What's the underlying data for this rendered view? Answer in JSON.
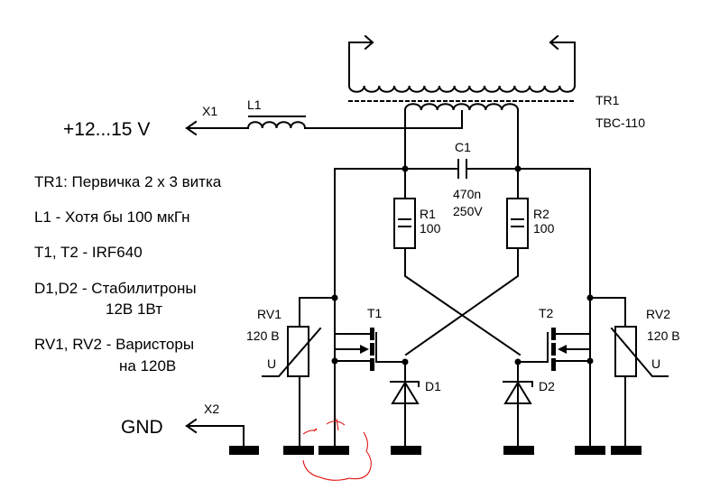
{
  "schematic": {
    "power": {
      "label": "+12...15 V",
      "connector": "X1"
    },
    "ground": {
      "label": "GND",
      "connector": "X2"
    },
    "inductor": {
      "ref": "L1"
    },
    "transformer": {
      "ref": "TR1",
      "type": "TBC-110"
    },
    "capacitor": {
      "ref": "C1",
      "value": "470n",
      "voltage": "250V"
    },
    "resistors": [
      {
        "ref": "R1",
        "value": "100"
      },
      {
        "ref": "R2",
        "value": "100"
      }
    ],
    "transistors": [
      {
        "ref": "T1"
      },
      {
        "ref": "T2"
      }
    ],
    "diodes": [
      {
        "ref": "D1"
      },
      {
        "ref": "D2"
      }
    ],
    "varistors": [
      {
        "ref": "RV1",
        "value": "120 B",
        "symbol": "U"
      },
      {
        "ref": "RV2",
        "value": "120 B",
        "symbol": "U"
      }
    ]
  },
  "notes": [
    "TR1: Первичка 2 х 3 витка",
    "L1 - Хотя бы 100 мкГн",
    "T1, T2 - IRF640",
    "D1,D2 - Стабилитроны",
    "12В 1Вт",
    "RV1, RV2 - Варисторы",
    "на 120В"
  ]
}
